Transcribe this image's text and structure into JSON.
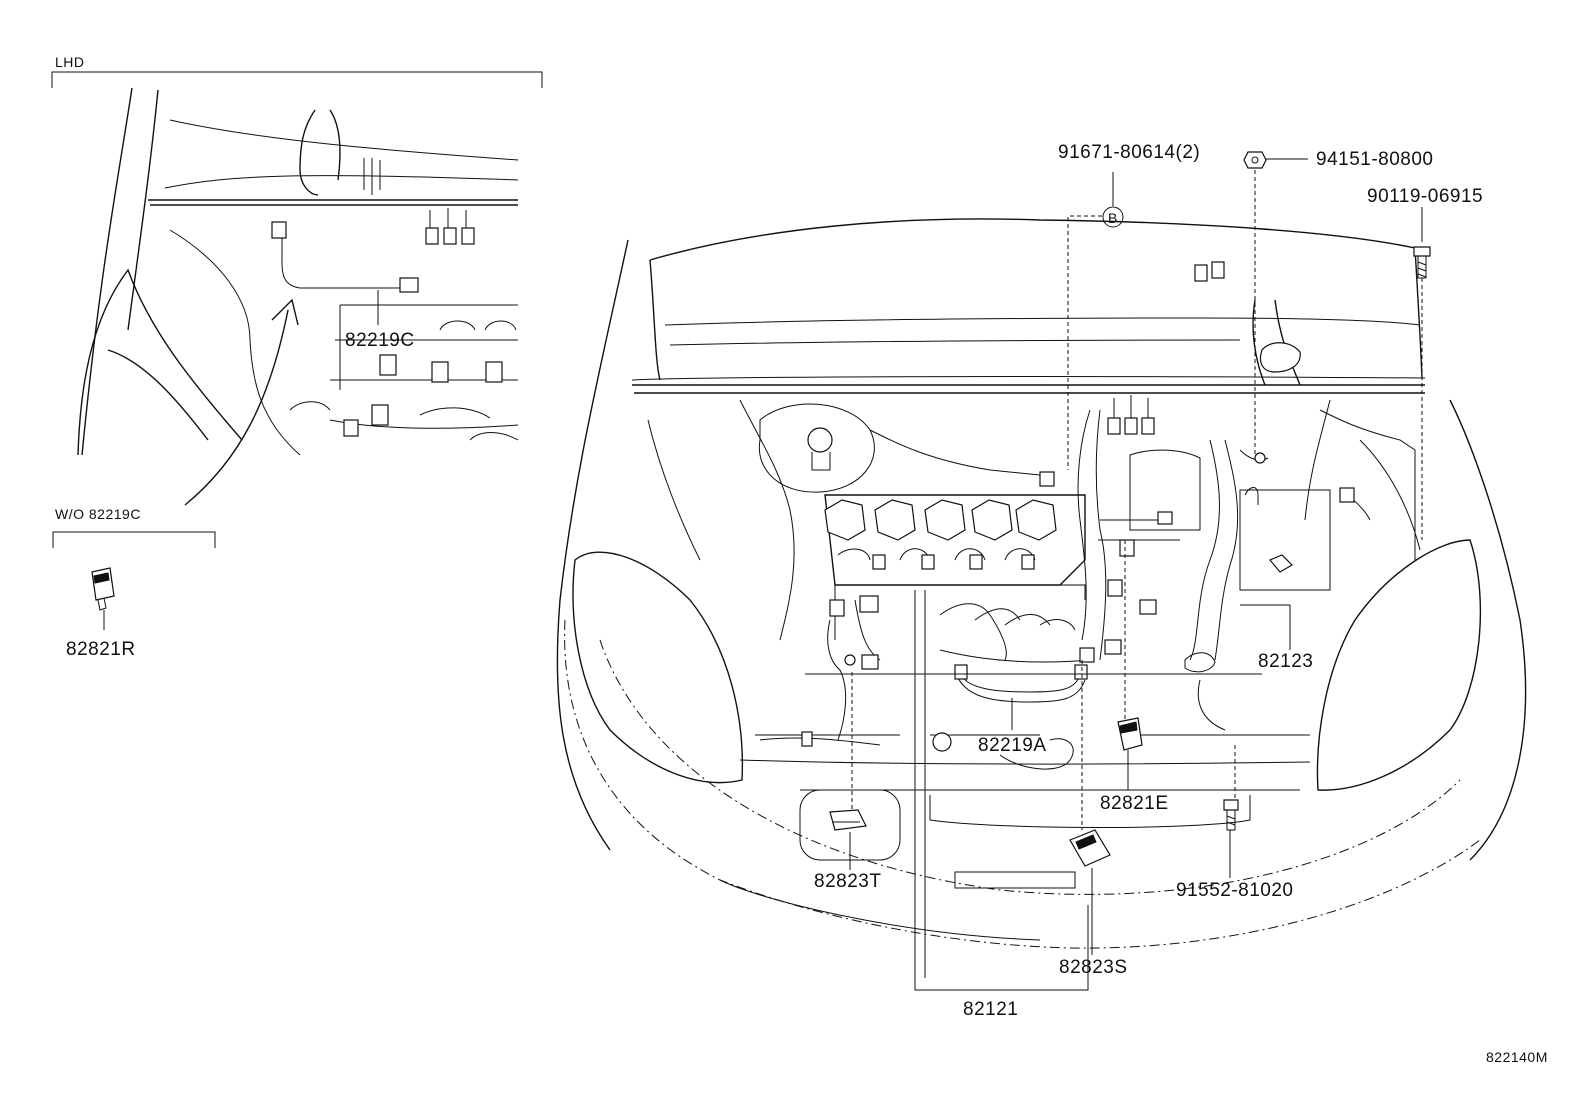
{
  "diagram": {
    "inset_lhd": {
      "label": "LHD",
      "part": "82219C"
    },
    "inset_wo": {
      "label": "W/O 82219C",
      "part": "82821R"
    },
    "parts": {
      "p91671": "91671-80614(2)",
      "callout_b": "B",
      "p94151": "94151-80800",
      "p90119": "90119-06915",
      "p82123": "82123",
      "p82219a": "82219A",
      "p82821e": "82821E",
      "p82823t": "82823T",
      "p91552": "91552-81020",
      "p82823s": "82823S",
      "p82121": "82121"
    },
    "figure_code": "822140M"
  }
}
